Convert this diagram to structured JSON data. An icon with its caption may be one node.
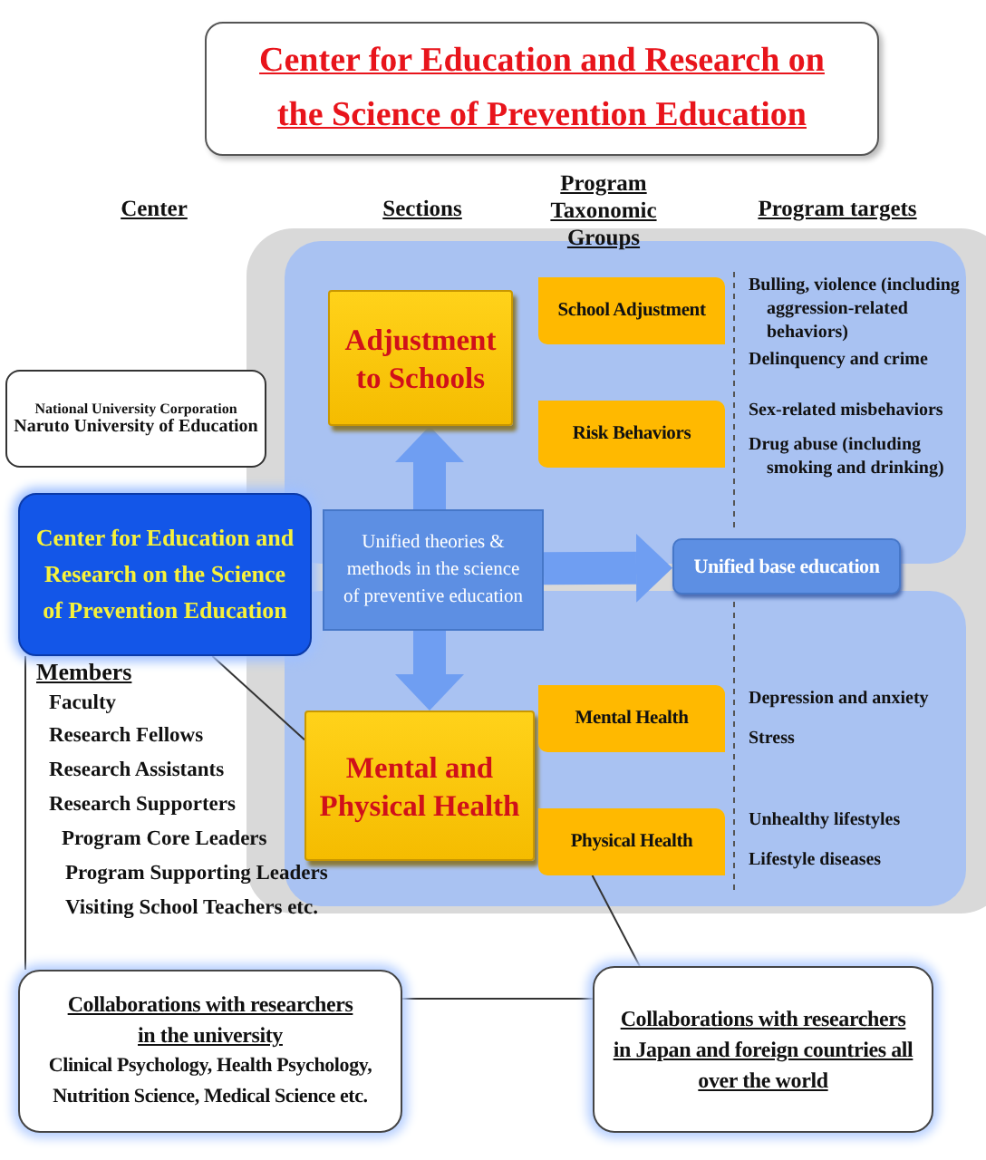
{
  "diagram": {
    "title": "Center for Education and Research on the Science of Prevention Education",
    "nodes": [
      {
        "text": [
          "National University Corporation",
          "Naruto University of Education"
        ]
      },
      {
        "text": [
          "Center for Education and Research on the Science of Prevention Education"
        ]
      },
      {
        "text": [
          "Adjustment to Schools"
        ]
      },
      {
        "text": [
          "Unified theories & methods in the science of preventive education"
        ]
      },
      {
        "text": [
          "Mental and Physical Health"
        ]
      },
      {
        "text": [
          "School Adjustment"
        ]
      },
      {
        "text": [
          "Risk Behaviors"
        ]
      },
      {
        "text": [
          "Mental Health"
        ]
      },
      {
        "text": [
          "Physical Health"
        ]
      },
      {
        "text": [
          "Unified base education"
        ]
      },
      {
        "text": [
          "Collaborations with researchers in the university",
          "Clinical Psychology, Health Psychology, Nutrition Science, Medical Science etc."
        ]
      },
      {
        "text": [
          "Collaborations with researchers in Japan and foreign countries all over the world"
        ]
      }
    ],
    "edges": [
      {
        "from": 3,
        "to": 2,
        "arrow": "to",
        "style": "thick",
        "color": "#6f9ef2"
      },
      {
        "from": 3,
        "to": 4,
        "arrow": "to",
        "style": "thick",
        "color": "#6f9ef2"
      },
      {
        "from": 3,
        "to": 9,
        "arrow": "to",
        "style": "thick",
        "color": "#6f9ef2"
      },
      {
        "from": 1,
        "to": 4,
        "arrow": "none"
      },
      {
        "from": 1,
        "to": 10,
        "arrow": "none"
      },
      {
        "from": 10,
        "to": 11,
        "arrow": "none"
      },
      {
        "from": 11,
        "to": 8,
        "arrow": "none"
      }
    ],
    "labels": [
      "Center",
      "Sections",
      "Program Taxonomic Groups",
      "Program targets",
      "Bulling, violence (including aggression-related behaviors)",
      "Delinquency and crime",
      "Sex-related misbehaviors",
      "Drug abuse (including smoking and drinking)",
      "Depression and anxiety",
      "Stress",
      "Unhealthy lifestyles",
      "Lifestyle diseases",
      "Members",
      "Faculty",
      "Research Fellows",
      "Research Assistants",
      "Research Supporters",
      "Program Core Leaders",
      "Program Supporting Leaders",
      "Visiting School Teachers etc."
    ]
  }
}
